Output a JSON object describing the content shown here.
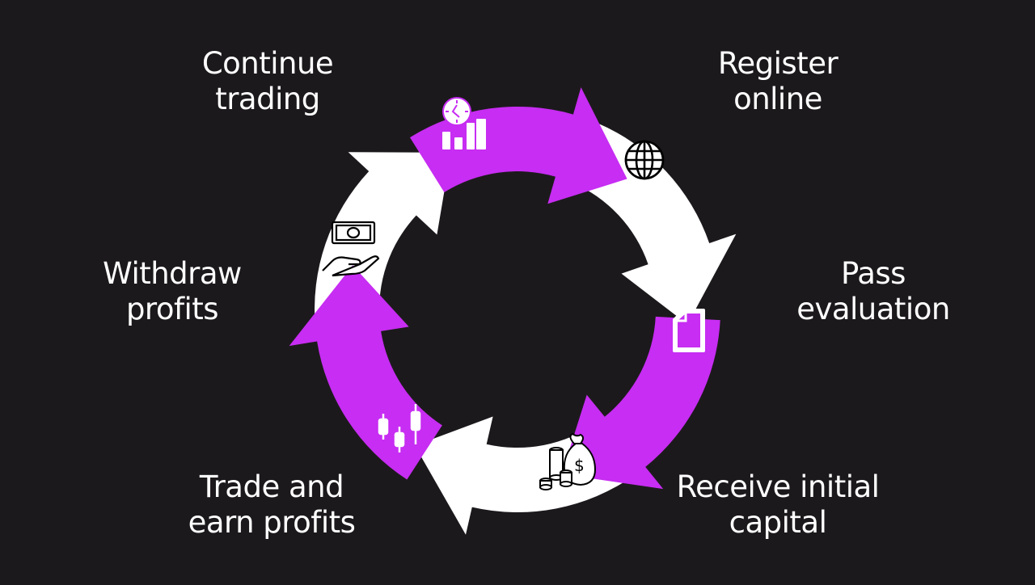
{
  "colors": {
    "background": "#1c191c",
    "accent": "#c72df2",
    "white": "#ffffff"
  },
  "steps": [
    {
      "id": "register",
      "lines": [
        "Register",
        "online"
      ],
      "icon": "globe-icon",
      "arrow_color": "white"
    },
    {
      "id": "pass",
      "lines": [
        "Pass",
        "evaluation"
      ],
      "icon": "document-icon",
      "arrow_color": "accent"
    },
    {
      "id": "receive",
      "lines": [
        "Receive initial",
        "capital"
      ],
      "icon": "money-bag-coins-icon",
      "arrow_color": "white"
    },
    {
      "id": "trade",
      "lines": [
        "Trade and",
        "earn profits"
      ],
      "icon": "candlestick-icon",
      "arrow_color": "accent"
    },
    {
      "id": "withdraw",
      "lines": [
        "Withdraw",
        "profits"
      ],
      "icon": "hand-cash-icon",
      "arrow_color": "white"
    },
    {
      "id": "continue",
      "lines": [
        "Continue",
        "trading"
      ],
      "icon": "clock-chart-icon",
      "arrow_color": "accent"
    }
  ]
}
